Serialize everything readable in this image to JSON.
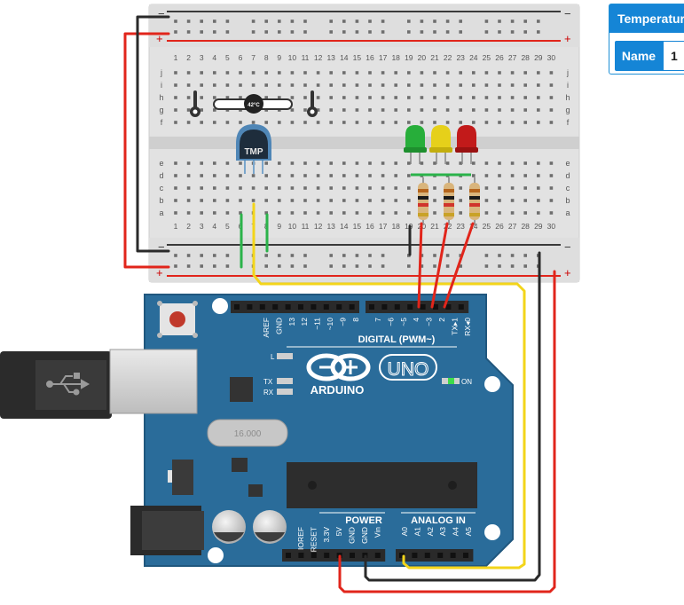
{
  "panel": {
    "title": "Temperature",
    "name_label": "Name",
    "name_value": "1"
  },
  "breadboard": {
    "minus": "−",
    "plus": "+",
    "row_letters_top": [
      "j",
      "i",
      "h",
      "g",
      "f"
    ],
    "row_letters_bottom": [
      "e",
      "d",
      "c",
      "b",
      "a"
    ],
    "column_numbers": [
      "1",
      "2",
      "3",
      "4",
      "5",
      "6",
      "7",
      "8",
      "9",
      "10",
      "11",
      "12",
      "13",
      "14",
      "15",
      "16",
      "17",
      "18",
      "19",
      "20",
      "21",
      "22",
      "23",
      "24",
      "25",
      "26",
      "27",
      "28",
      "29",
      "30"
    ]
  },
  "sensor": {
    "chip_label": "TMP",
    "slider_value": "42°C"
  },
  "leds": [
    "green",
    "yellow",
    "red"
  ],
  "arduino": {
    "brand": "ARDUINO",
    "model": "UNO",
    "on_label": "ON",
    "led_l": "L",
    "led_tx": "TX",
    "led_rx": "RX",
    "crystal": "16.000",
    "digital_header": "DIGITAL (PWM~)",
    "digital_pins_left": [
      "AREF",
      "GND",
      "13",
      "12",
      "~11",
      "~10",
      "~9",
      "8"
    ],
    "digital_pins_right": [
      "7",
      "~6",
      "~5",
      "4",
      "~3",
      "2",
      "TX▸1",
      "RX◂0"
    ],
    "power_header": "POWER",
    "analog_header": "ANALOG IN",
    "power_pins": [
      "IOREF",
      "RESET",
      "3.3V",
      "5V",
      "GND",
      "GND",
      "Vin"
    ],
    "analog_pins": [
      "A0",
      "A1",
      "A2",
      "A3",
      "A4",
      "A5"
    ]
  },
  "colors": {
    "board_blue": "#2a6c9a",
    "wire_red": "#e1251b",
    "wire_black": "#2a2a2a",
    "wire_yellow": "#f3d51a",
    "wire_green": "#2bb34a",
    "accent": "#1585d6"
  }
}
